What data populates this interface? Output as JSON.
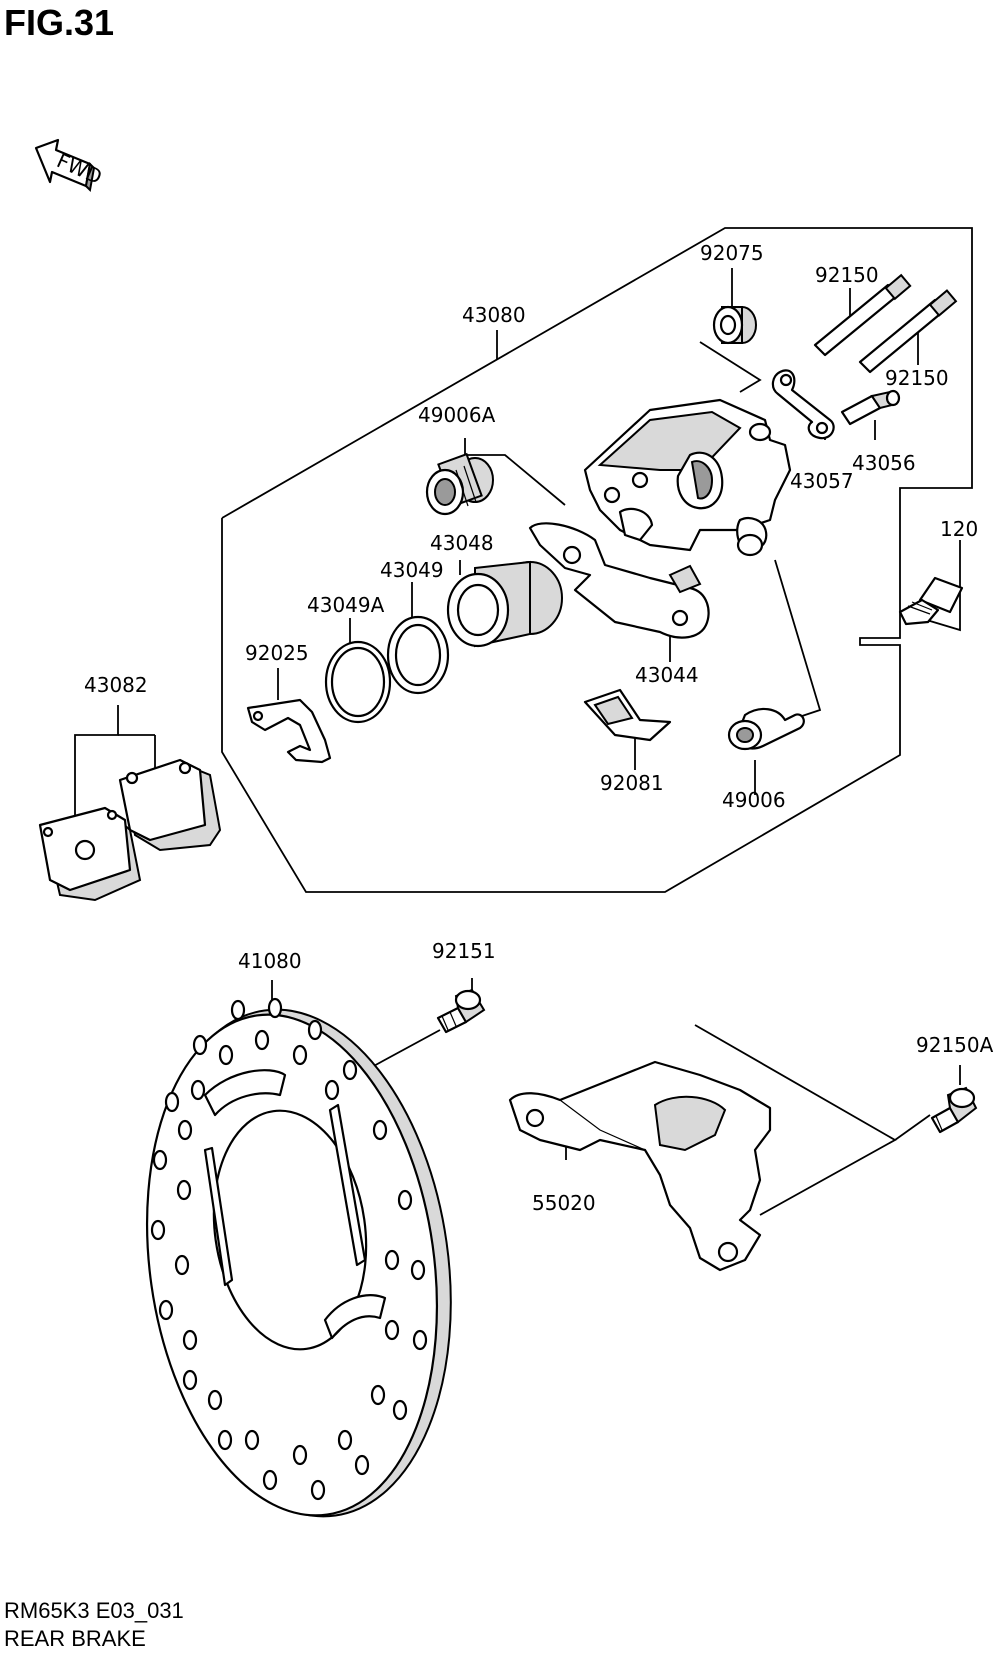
{
  "header": {
    "title": "FIG.31",
    "fwd_label": "FWD"
  },
  "footer": {
    "code": "RM65K3 E03_031",
    "name": "REAR BRAKE"
  },
  "parts": {
    "p43080": "43080",
    "p92075": "92075",
    "p92150_top": "92150",
    "p92150_bottom": "92150",
    "p49006A": "49006A",
    "p43057": "43057",
    "p43056": "43056",
    "p43048": "43048",
    "p43049": "43049",
    "p43049A": "43049A",
    "p92025": "92025",
    "p43044": "43044",
    "p120": "120",
    "p92081": "92081",
    "p49006": "49006",
    "p43082": "43082",
    "p41080": "41080",
    "p92151": "92151",
    "p92150A": "92150A",
    "p55020": "55020"
  }
}
